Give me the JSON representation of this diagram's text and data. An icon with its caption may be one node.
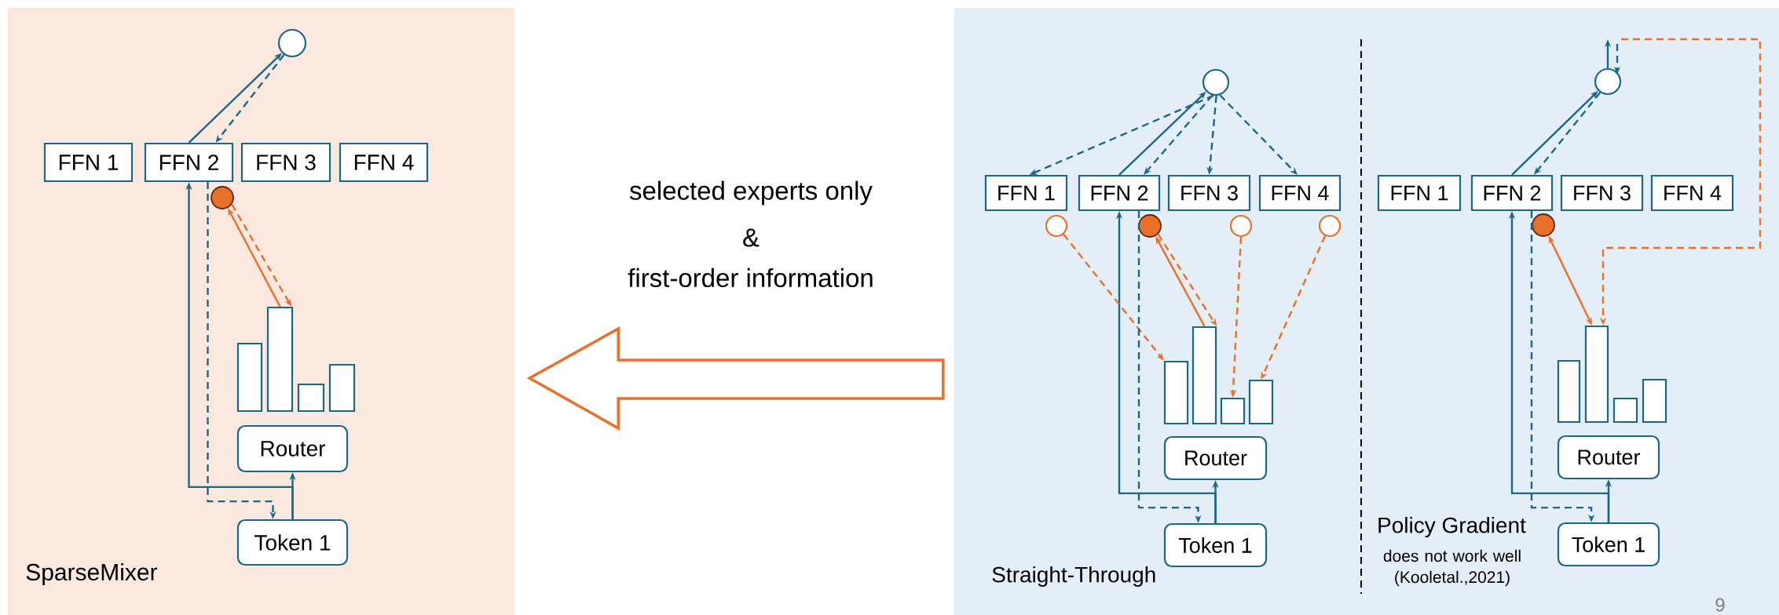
{
  "diagram": {
    "nodes": [
      {
        "text": [],
        "shape": "box"
      },
      {
        "text": [],
        "shape": "circle",
        "in": 0
      },
      {
        "text": [
          "FFN 1"
        ],
        "in": 0
      },
      {
        "text": [
          "FFN 2"
        ],
        "in": 0
      },
      {
        "text": [
          "FFN 3"
        ],
        "in": 0
      },
      {
        "text": [
          "FFN 4"
        ],
        "in": 0
      },
      {
        "text": [],
        "shape": "circle",
        "in": 0
      },
      {
        "text": [],
        "shape": "bar",
        "in": 0
      },
      {
        "text": [],
        "shape": "bar",
        "in": 0
      },
      {
        "text": [],
        "shape": "bar",
        "in": 0
      },
      {
        "text": [],
        "shape": "bar",
        "in": 0
      },
      {
        "text": [
          "Router"
        ],
        "in": 0
      },
      {
        "text": [
          "Token 1"
        ],
        "in": 0
      },
      {
        "text": [],
        "shape": "box"
      },
      {
        "text": [],
        "shape": "circle",
        "in": 13
      },
      {
        "text": [
          "FFN 1"
        ],
        "in": 13
      },
      {
        "text": [
          "FFN 2"
        ],
        "in": 13
      },
      {
        "text": [
          "FFN 3"
        ],
        "in": 13
      },
      {
        "text": [
          "FFN 4"
        ],
        "in": 13
      },
      {
        "text": [],
        "shape": "circle",
        "in": 13
      },
      {
        "text": [],
        "shape": "circle",
        "in": 13
      },
      {
        "text": [],
        "shape": "circle",
        "in": 13
      },
      {
        "text": [],
        "shape": "circle",
        "in": 13
      },
      {
        "text": [],
        "shape": "bar",
        "in": 13
      },
      {
        "text": [],
        "shape": "bar",
        "in": 13
      },
      {
        "text": [],
        "shape": "bar",
        "in": 13
      },
      {
        "text": [],
        "shape": "bar",
        "in": 13
      },
      {
        "text": [
          "Router"
        ],
        "in": 13
      },
      {
        "text": [
          "Token 1"
        ],
        "in": 13
      },
      {
        "text": [],
        "shape": "circle",
        "in": 13
      },
      {
        "text": [
          "FFN 1"
        ],
        "in": 13
      },
      {
        "text": [
          "FFN 2"
        ],
        "in": 13
      },
      {
        "text": [
          "FFN 3"
        ],
        "in": 13
      },
      {
        "text": [
          "FFN 4"
        ],
        "in": 13
      },
      {
        "text": [],
        "shape": "circle",
        "in": 13
      },
      {
        "text": [],
        "shape": "bar",
        "in": 13
      },
      {
        "text": [],
        "shape": "bar",
        "in": 13
      },
      {
        "text": [],
        "shape": "bar",
        "in": 13
      },
      {
        "text": [],
        "shape": "bar",
        "in": 13
      },
      {
        "text": [
          "Router"
        ],
        "in": 13
      },
      {
        "text": [
          "Token 1"
        ],
        "in": 13
      }
    ],
    "edges": [
      {
        "from": 12,
        "to": 11,
        "arrow": "to"
      },
      {
        "from": 12,
        "to": 3,
        "arrow": "to"
      },
      {
        "from": 3,
        "to": 1,
        "arrow": "to"
      },
      {
        "from": 1,
        "to": 3,
        "arrow": "to",
        "style": "dashed"
      },
      {
        "from": 8,
        "to": 6,
        "arrow": "to",
        "color": "#e8702a"
      },
      {
        "from": 6,
        "to": 8,
        "arrow": "to",
        "style": "dashed",
        "color": "#e8702a"
      },
      {
        "from": 3,
        "to": 12,
        "arrow": "to",
        "style": "dashed"
      },
      {
        "from": 13,
        "to": 0,
        "arrow": "to",
        "style": "thick",
        "color": "#e8702a"
      },
      {
        "from": 28,
        "to": 27,
        "arrow": "to"
      },
      {
        "from": 28,
        "to": 16,
        "arrow": "to"
      },
      {
        "from": 16,
        "to": 14,
        "arrow": "to"
      },
      {
        "from": 14,
        "to": 15,
        "arrow": "to",
        "style": "dashed"
      },
      {
        "from": 14,
        "to": 16,
        "arrow": "to",
        "style": "dashed"
      },
      {
        "from": 14,
        "to": 17,
        "arrow": "to",
        "style": "dashed"
      },
      {
        "from": 14,
        "to": 18,
        "arrow": "to",
        "style": "dashed"
      },
      {
        "from": 24,
        "to": 20,
        "arrow": "to",
        "color": "#e8702a"
      },
      {
        "from": 20,
        "to": 24,
        "arrow": "to",
        "style": "dashed",
        "color": "#e8702a"
      },
      {
        "from": 19,
        "to": 23,
        "arrow": "to",
        "style": "dashed",
        "color": "#e8702a"
      },
      {
        "from": 21,
        "to": 25,
        "arrow": "to",
        "style": "dashed",
        "color": "#e8702a"
      },
      {
        "from": 22,
        "to": 26,
        "arrow": "to",
        "style": "dashed",
        "color": "#e8702a"
      },
      {
        "from": 16,
        "to": 28,
        "arrow": "to",
        "style": "dashed"
      },
      {
        "from": 40,
        "to": 39,
        "arrow": "to"
      },
      {
        "from": 40,
        "to": 31,
        "arrow": "to"
      },
      {
        "from": 31,
        "to": 29,
        "arrow": "to"
      },
      {
        "from": 29,
        "to": 31,
        "arrow": "to",
        "style": "dashed"
      },
      {
        "from": 34,
        "to": 36,
        "arrow": "both",
        "color": "#e8702a"
      },
      {
        "from": 29,
        "to": null,
        "arrow": "to"
      },
      {
        "from": null,
        "to": 29,
        "arrow": "to",
        "style": "dashed"
      },
      {
        "from": null,
        "to": 36,
        "arrow": "to",
        "style": "dashed",
        "color": "#e8702a"
      },
      {
        "from": 31,
        "to": 40,
        "arrow": "to",
        "style": "dashed"
      }
    ],
    "labels": [
      "selected experts only",
      "&",
      "first-order information",
      "SparseMixer",
      "Straight-Through",
      "Policy Gradient",
      "does not work well (Kooletal.,2021)",
      "9"
    ]
  }
}
